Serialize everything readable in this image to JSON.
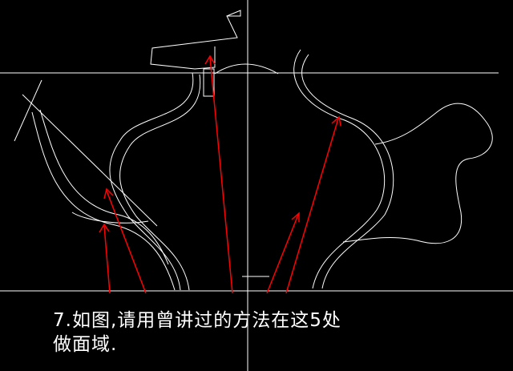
{
  "drawing": {
    "background_color": "#000000",
    "line_color": "#ffffff",
    "arrow_color": "#ff0000",
    "arrow_count": 5,
    "objects": [
      "teapot-outline",
      "crosshair-lines",
      "lid-profile",
      "handle-profile",
      "spout-profile",
      "region-arrows"
    ]
  },
  "caption": {
    "line1": "7.如图,请用曾讲过的方法在这5处",
    "line2": "做面域."
  }
}
